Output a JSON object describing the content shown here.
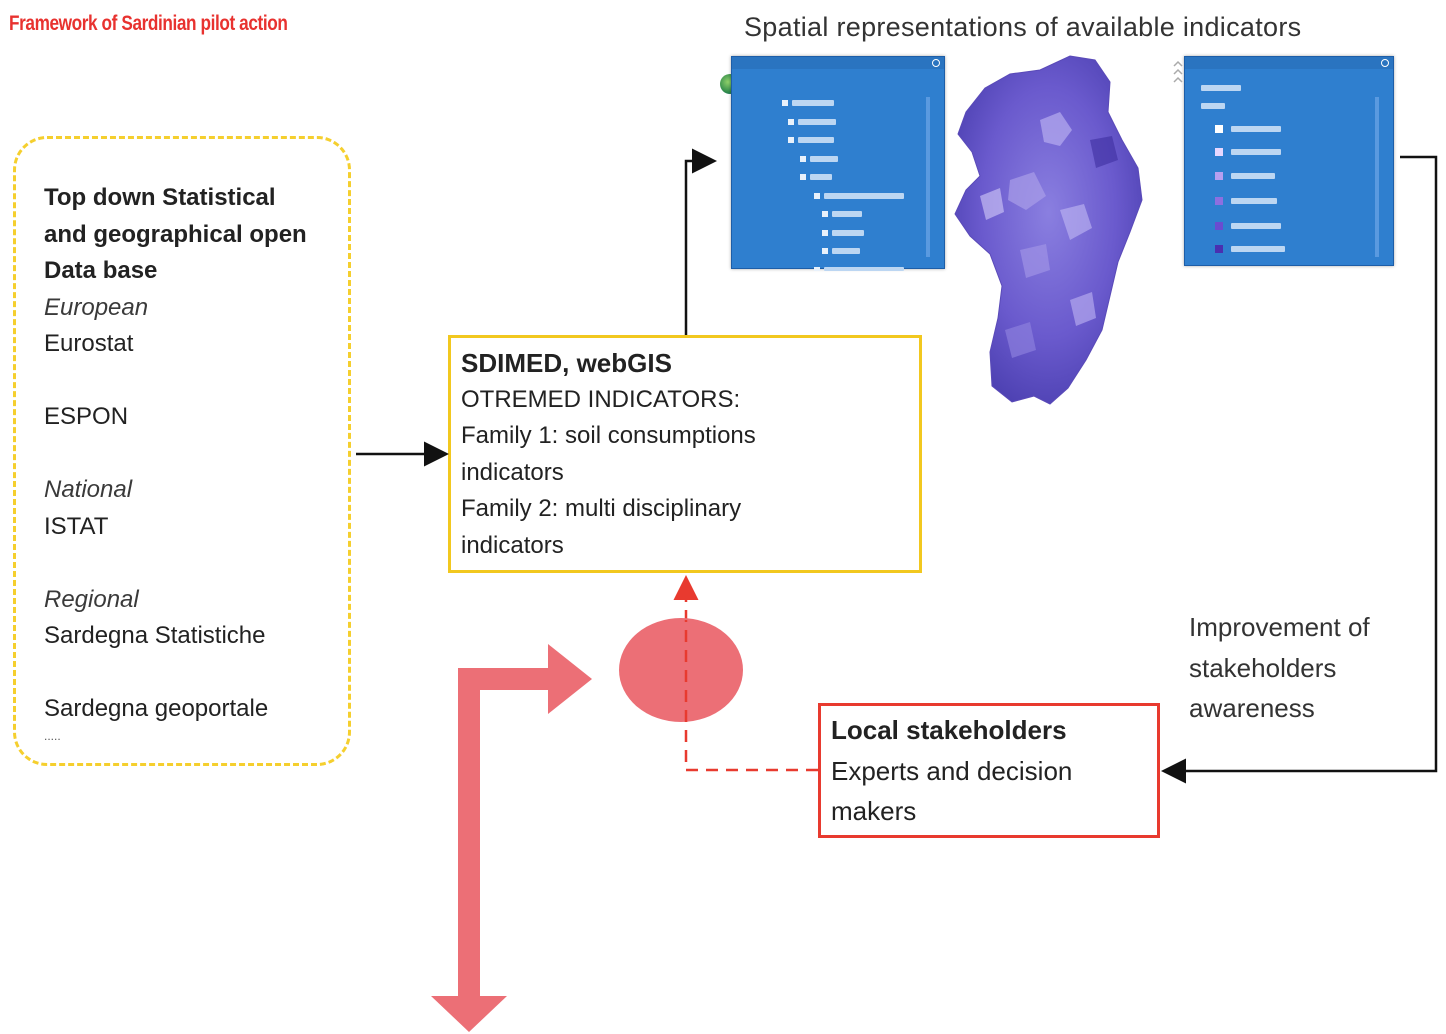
{
  "header": {
    "title": "Framework of Sardinian pilot action"
  },
  "spatial": {
    "title": "Spatial representations of available indicators"
  },
  "database": {
    "title_lines": [
      "Top down Statistical",
      "and geographical open",
      "Data base"
    ],
    "groups": [
      {
        "level": "European",
        "sources": [
          "Eurostat",
          "ESPON"
        ]
      },
      {
        "level": "National",
        "sources": [
          "ISTAT"
        ]
      },
      {
        "level": "Regional",
        "sources": [
          "Sardegna Statistiche",
          "Sardegna geoportale"
        ]
      }
    ],
    "ellipsis": "....."
  },
  "sdimed": {
    "title": "SDIMED, webGIS",
    "lines": [
      "OTREMED INDICATORS:",
      "Family 1: soil consumptions",
      "indicators",
      "Family 2: multi disciplinary",
      "indicators"
    ]
  },
  "stakeholders": {
    "title": "Local stakeholders",
    "lines": [
      "Experts and decision",
      "makers"
    ]
  },
  "improvement": {
    "lines": [
      "Improvement of",
      "stakeholders",
      "awareness"
    ]
  },
  "colors": {
    "header_red": "#e8322f",
    "dashed_yellow": "#f5cf2e",
    "box_yellow": "#f2c81f",
    "box_red": "#e83a2f",
    "pink_arrow": "#ec6f76",
    "panel_blue": "#2f7fcf",
    "map_purple": "#6a5acd"
  }
}
